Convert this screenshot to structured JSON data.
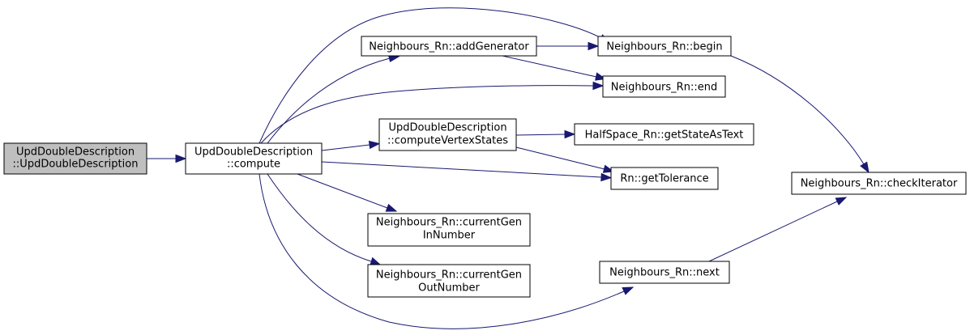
{
  "graph": {
    "edge_color": "#191970",
    "root_fill": "#bfbfbf",
    "nodes": [
      {
        "id": "ctor",
        "lines": [
          "UpdDoubleDescription",
          "::UpdDoubleDescription"
        ],
        "root": true
      },
      {
        "id": "compute",
        "lines": [
          "UpdDoubleDescription",
          "::compute"
        ]
      },
      {
        "id": "addGenerator",
        "lines": [
          "Neighbours_Rn::addGenerator"
        ]
      },
      {
        "id": "begin",
        "lines": [
          "Neighbours_Rn::begin"
        ]
      },
      {
        "id": "end",
        "lines": [
          "Neighbours_Rn::end"
        ]
      },
      {
        "id": "computeVertexStates",
        "lines": [
          "UpdDoubleDescription",
          "::computeVertexStates"
        ]
      },
      {
        "id": "getStateAsText",
        "lines": [
          "HalfSpace_Rn::getStateAsText"
        ]
      },
      {
        "id": "getTolerance",
        "lines": [
          "Rn::getTolerance"
        ]
      },
      {
        "id": "checkIterator",
        "lines": [
          "Neighbours_Rn::checkIterator"
        ]
      },
      {
        "id": "currentGenIn",
        "lines": [
          "Neighbours_Rn::currentGen",
          "InNumber"
        ]
      },
      {
        "id": "currentGenOut",
        "lines": [
          "Neighbours_Rn::currentGen",
          "OutNumber"
        ]
      },
      {
        "id": "next",
        "lines": [
          "Neighbours_Rn::next"
        ]
      }
    ],
    "edges": [
      {
        "from": "ctor",
        "to": "compute"
      },
      {
        "from": "compute",
        "to": "addGenerator"
      },
      {
        "from": "compute",
        "to": "begin"
      },
      {
        "from": "compute",
        "to": "end"
      },
      {
        "from": "compute",
        "to": "computeVertexStates"
      },
      {
        "from": "compute",
        "to": "getTolerance"
      },
      {
        "from": "compute",
        "to": "currentGenIn"
      },
      {
        "from": "compute",
        "to": "currentGenOut"
      },
      {
        "from": "compute",
        "to": "next"
      },
      {
        "from": "addGenerator",
        "to": "begin"
      },
      {
        "from": "addGenerator",
        "to": "end"
      },
      {
        "from": "begin",
        "to": "checkIterator"
      },
      {
        "from": "computeVertexStates",
        "to": "getStateAsText"
      },
      {
        "from": "computeVertexStates",
        "to": "getTolerance"
      },
      {
        "from": "next",
        "to": "checkIterator"
      }
    ]
  }
}
